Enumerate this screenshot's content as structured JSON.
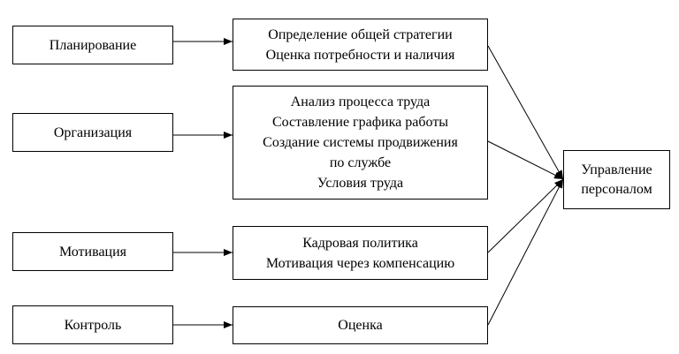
{
  "functions": [
    {
      "id": "planning",
      "label": "Планирование"
    },
    {
      "id": "organization",
      "label": "Организация"
    },
    {
      "id": "motivation",
      "label": "Мотивация"
    },
    {
      "id": "control",
      "label": "Контроль"
    }
  ],
  "activities": {
    "planning": [
      "Определение общей стратегии",
      "Оценка потребности и наличия"
    ],
    "organization": [
      "Анализ процесса труда",
      "Составление графика работы",
      "Создание системы продвижения",
      "по службе",
      "Условия труда"
    ],
    "motivation": [
      "Кадровая политика",
      "Мотивация через компенсацию"
    ],
    "control": [
      "Оценка"
    ]
  },
  "result": {
    "line1": "Управление",
    "line2": "персоналом"
  }
}
